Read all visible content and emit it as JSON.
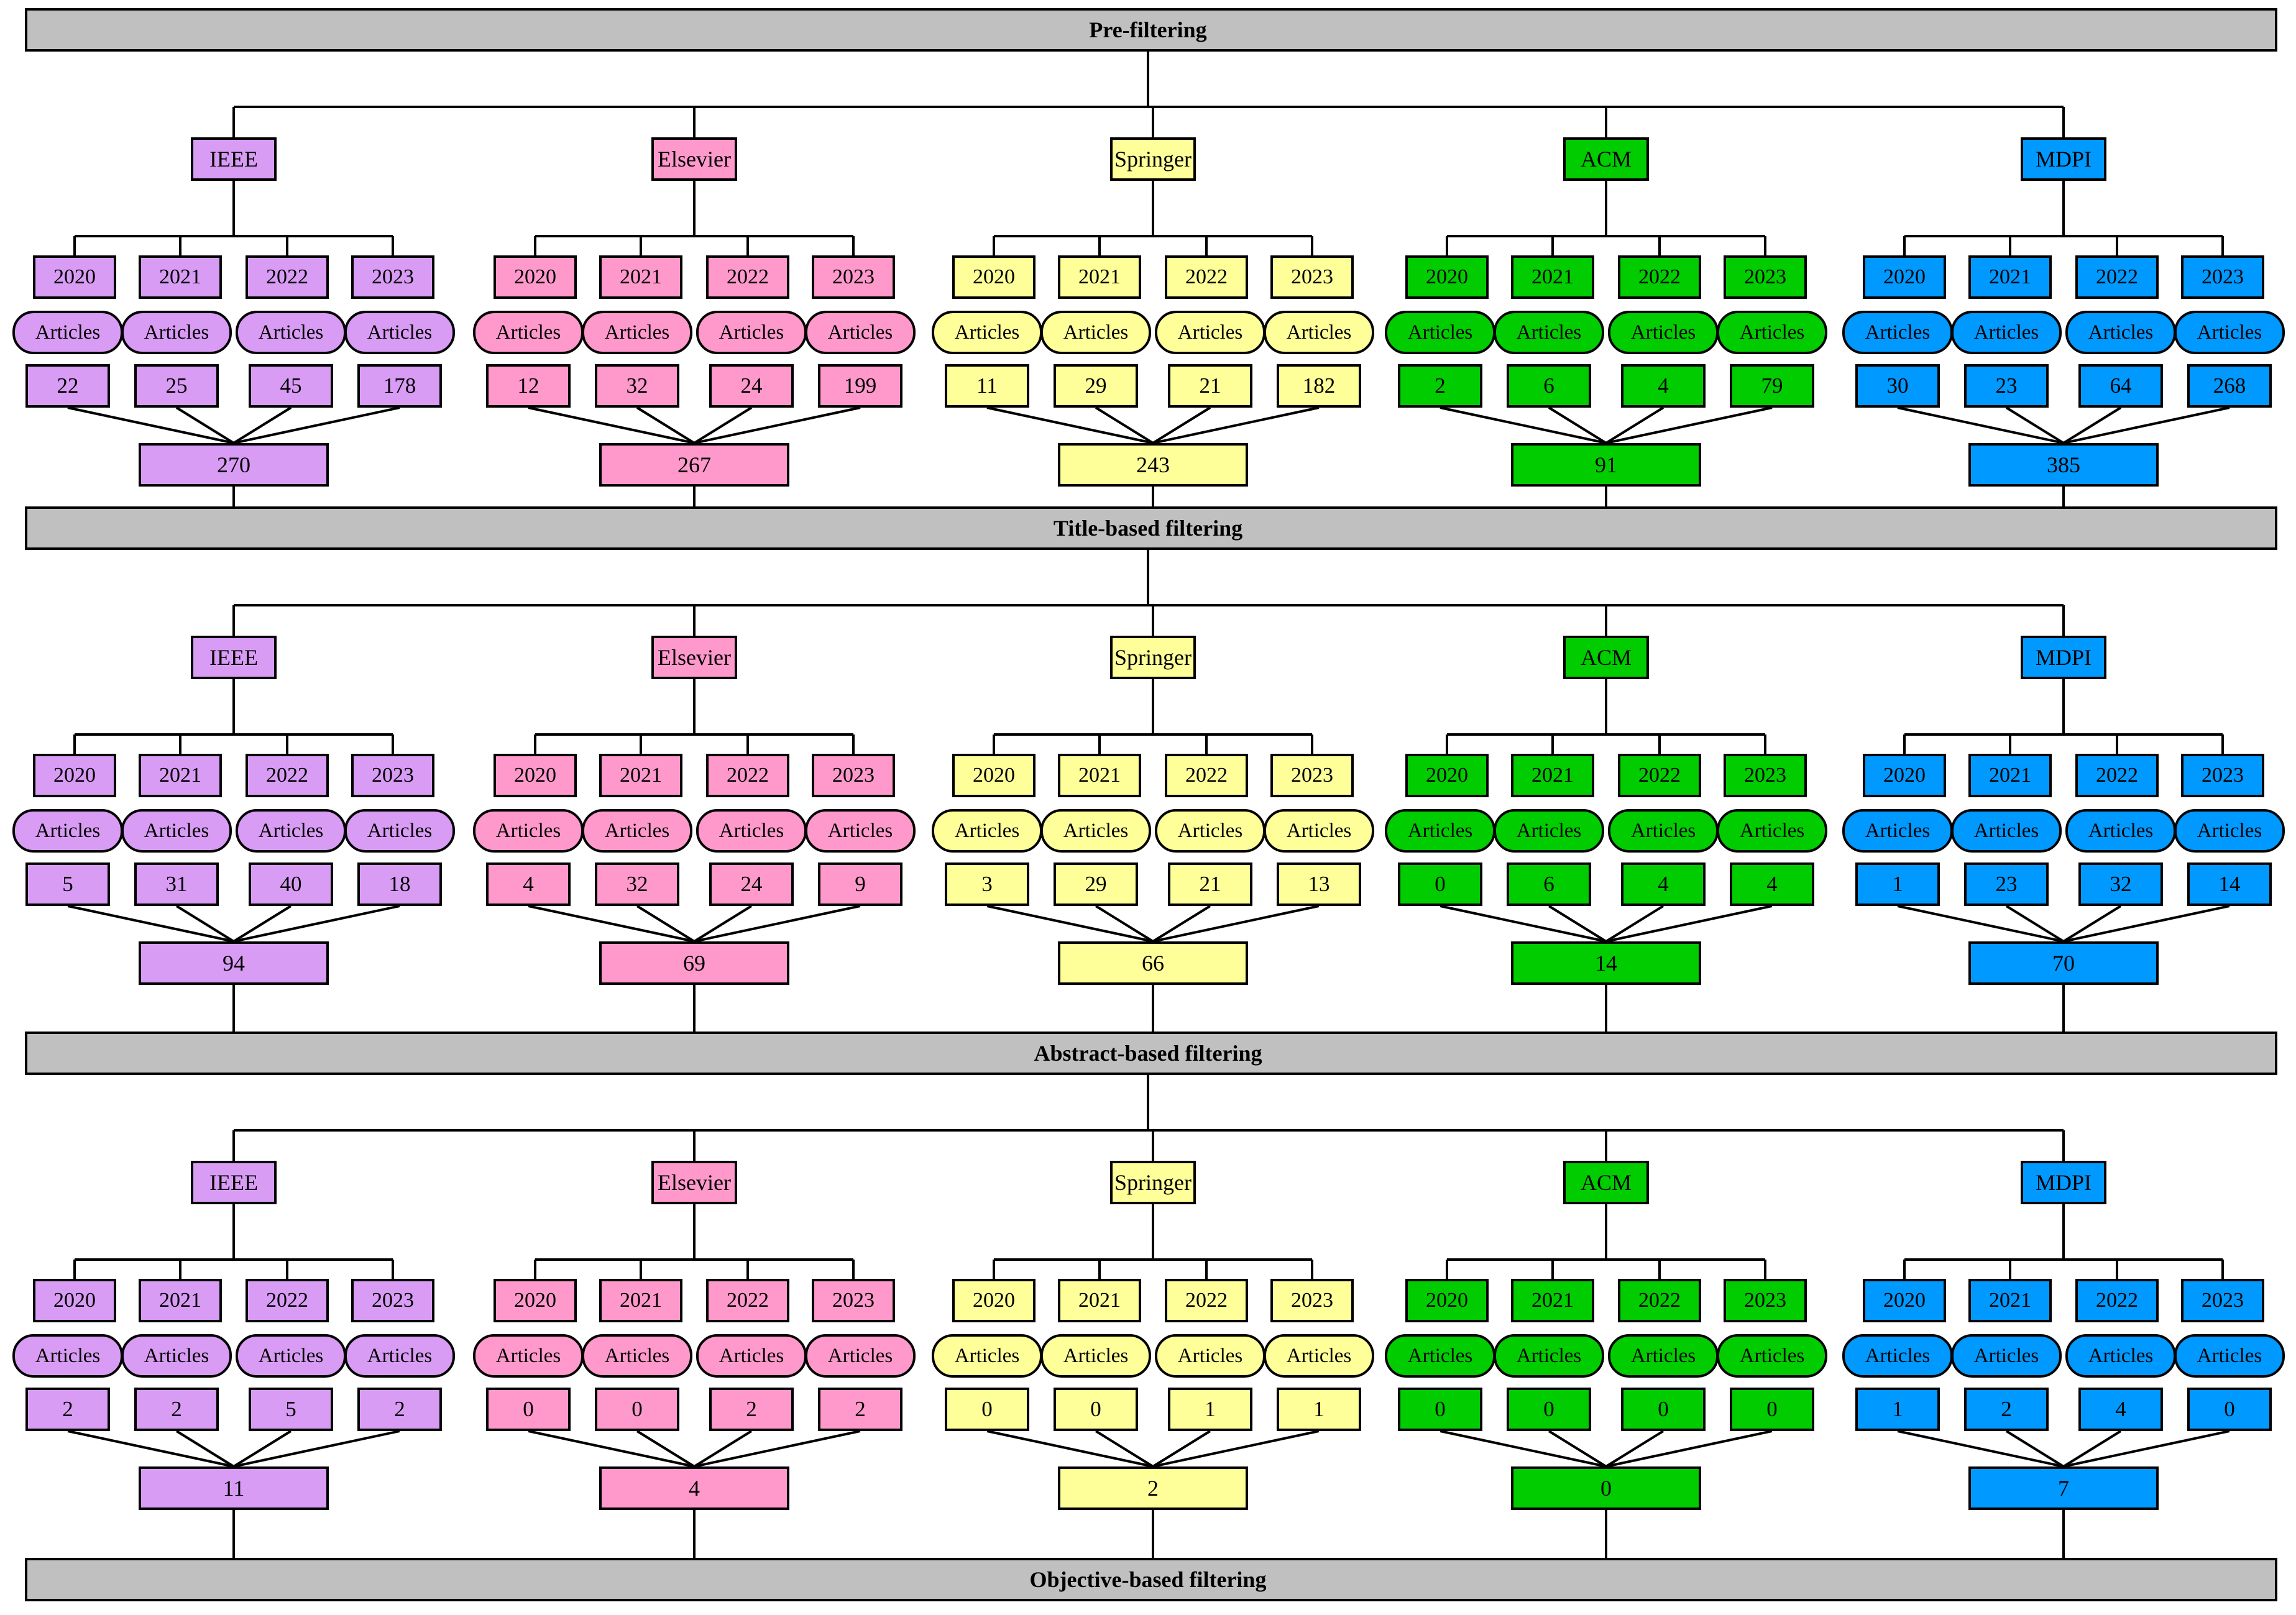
{
  "stages": [
    {
      "title": "Pre-filtering",
      "counts": [
        [
          22,
          25,
          45,
          178
        ],
        [
          12,
          32,
          24,
          199
        ],
        [
          11,
          29,
          21,
          182
        ],
        [
          2,
          6,
          4,
          79
        ],
        [
          30,
          23,
          64,
          268
        ]
      ],
      "totals": [
        270,
        267,
        243,
        91,
        385
      ]
    },
    {
      "title": "Title-based filtering",
      "counts": [
        [
          5,
          31,
          40,
          18
        ],
        [
          4,
          32,
          24,
          9
        ],
        [
          3,
          29,
          21,
          13
        ],
        [
          0,
          6,
          4,
          4
        ],
        [
          1,
          23,
          32,
          14
        ]
      ],
      "totals": [
        94,
        69,
        66,
        14,
        70
      ]
    },
    {
      "title": "Abstract-based filtering",
      "counts": [
        [
          2,
          2,
          5,
          2
        ],
        [
          0,
          0,
          2,
          2
        ],
        [
          0,
          0,
          1,
          1
        ],
        [
          0,
          0,
          0,
          0
        ],
        [
          1,
          2,
          4,
          0
        ]
      ],
      "totals": [
        11,
        4,
        2,
        0,
        7
      ]
    }
  ],
  "final_stage": {
    "title": "Objective-based filtering"
  },
  "publishers": [
    {
      "name": "IEEE",
      "color": "#d99cf5"
    },
    {
      "name": "Elsevier",
      "color": "#ff99cc"
    },
    {
      "name": "Springer",
      "color": "#ffff99"
    },
    {
      "name": "ACM",
      "color": "#00cc00"
    },
    {
      "name": "MDPI",
      "color": "#0099ff"
    }
  ],
  "years": [
    "2020",
    "2021",
    "2022",
    "2023"
  ],
  "item_label": "Articles"
}
